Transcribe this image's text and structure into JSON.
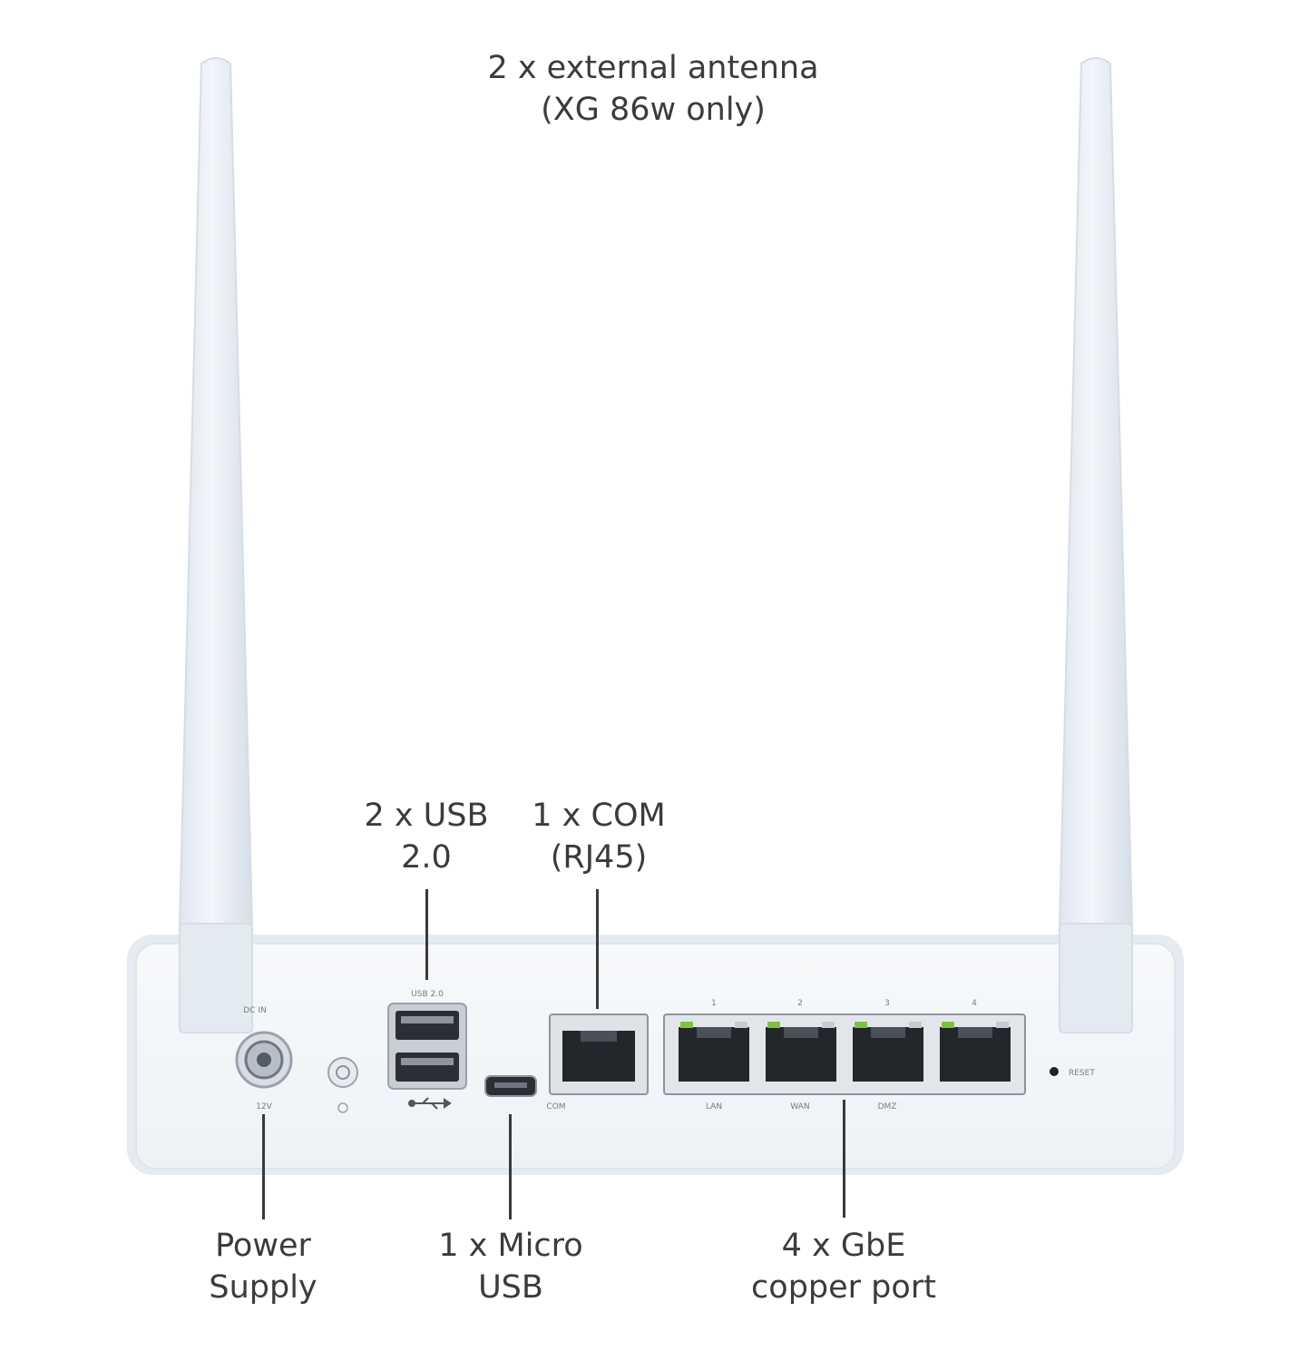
{
  "callouts": {
    "antenna": {
      "line1": "2 x external antenna",
      "line2": "(XG 86w only)"
    },
    "usb": {
      "line1": "2 x USB",
      "line2": "2.0"
    },
    "com": {
      "line1": "1 x COM",
      "line2": "(RJ45)"
    },
    "power": {
      "line1": "Power",
      "line2": "Supply"
    },
    "micro_usb": {
      "line1": "1 x Micro",
      "line2": "USB"
    },
    "gbe": {
      "line1": "4 x GbE",
      "line2": "copper port"
    }
  },
  "device_labels": {
    "dc_in": "DC IN",
    "voltage": "12V",
    "usb_port": "USB 2.0",
    "com_port": "COM",
    "port_numbers": [
      "1",
      "2",
      "3",
      "4"
    ],
    "port_names": [
      "LAN",
      "WAN",
      "DMZ"
    ],
    "reset": "RESET"
  },
  "icons": {
    "power_button": "power-icon",
    "usb_symbol": "usb-icon",
    "ground": "ground-icon"
  },
  "colors": {
    "port_led": "#7fc241",
    "chassis": "#f4f6f9",
    "antenna": "#e9eef4"
  }
}
